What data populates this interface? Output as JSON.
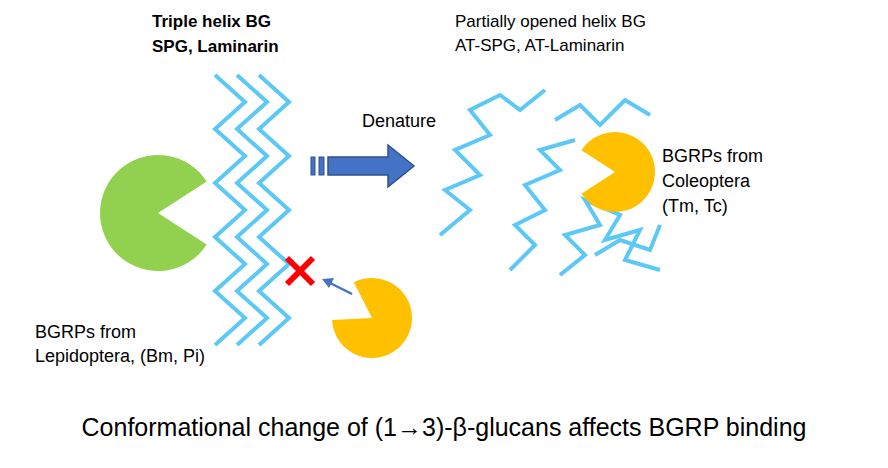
{
  "diagram": {
    "caption": "Conformational change of (1→3)-β-glucans affects BGRP binding",
    "labels": [
      "Triple helix BG",
      "SPG, Laminarin",
      "Partially opened helix BG",
      "AT-SPG, AT-Laminarin",
      "Denature",
      "BGRPs from",
      "Lepidoptera, (Bm, Pi)",
      "BGRPs from",
      "Coleoptera",
      "(Tm, Tc)"
    ]
  }
}
